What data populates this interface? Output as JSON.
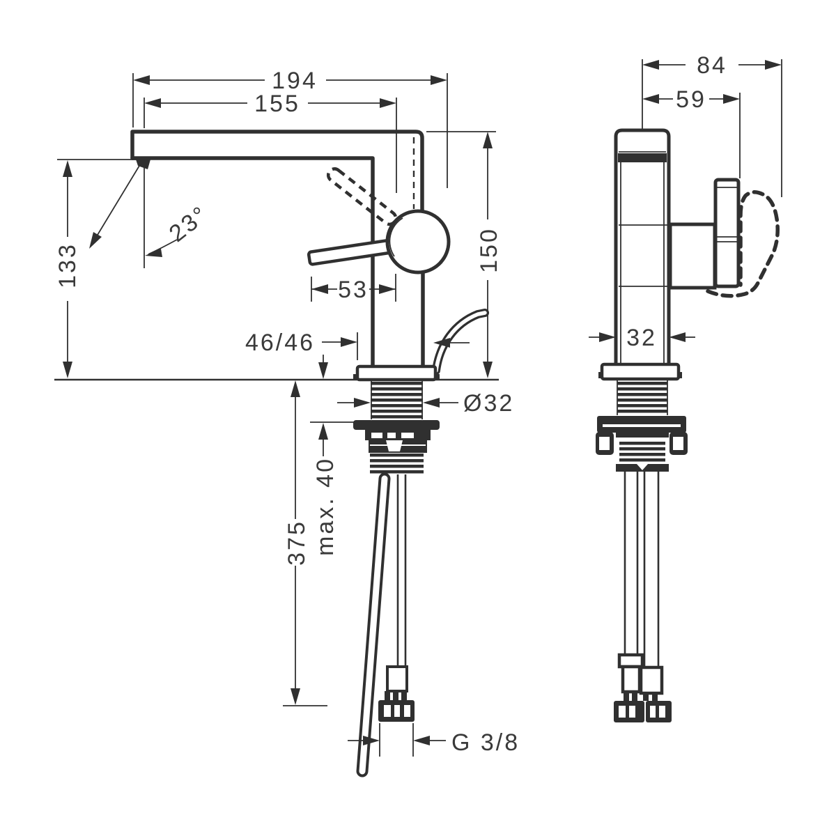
{
  "drawing_type": "faucet installation dimension drawing",
  "front": {
    "spout_reach_total": "194",
    "spout_reach": "155",
    "spout_height": "133",
    "spray_angle": "23°",
    "height_above_deck": "150",
    "handle_length": "53",
    "base_width": "46/46",
    "shank_diameter": "Ø32",
    "max_mounting_thickness": "max. 40",
    "hose_length": "375",
    "connection_thread": "G 3/8"
  },
  "side": {
    "total_depth": "84",
    "handle_projection": "59",
    "body_depth": "32"
  },
  "colors": {
    "line": "#303030",
    "text": "#3a3a3a",
    "background": "#ffffff"
  }
}
